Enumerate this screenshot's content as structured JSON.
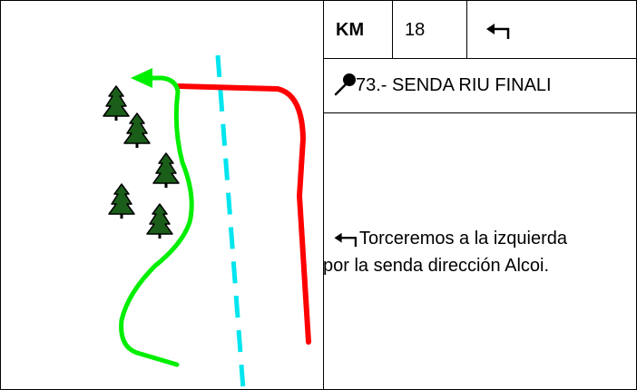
{
  "roadbook": {
    "km_label": "KM",
    "km_value": "18",
    "direction_icon": "turn-left-arrow-icon",
    "waypoint_icon": "map-pin-icon",
    "waypoint_title": "73.- SENDA RIU FINALI",
    "instruction_icon": "turn-left-arrow-icon",
    "instruction_line1": "Torceremos a la izquierda",
    "instruction_line2": "por la senda dirección Alcoi."
  },
  "map": {
    "colors": {
      "route": "#00ee00",
      "other_path": "#ff0000",
      "dashed_road": "#00e5ee",
      "trees": "#1a5e1a"
    },
    "tree_icon": "pine-tree-icon"
  }
}
